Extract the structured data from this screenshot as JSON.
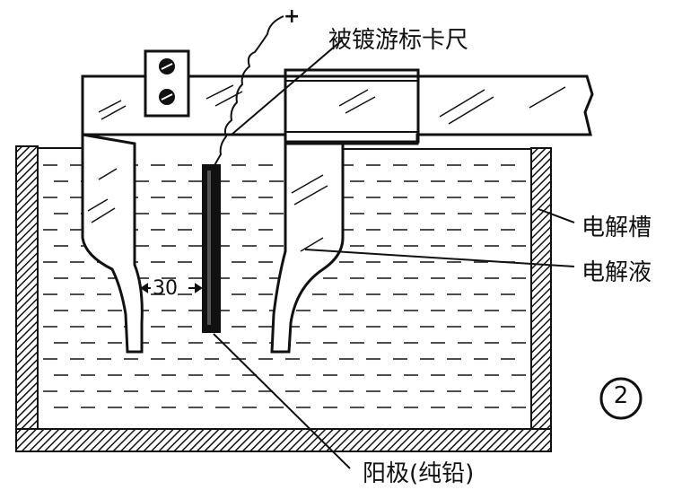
{
  "labels": {
    "caliper": "被镀游标卡尺",
    "tank": "电解槽",
    "electrolyte": "电解液",
    "anode": "阳极(纯铅)",
    "dimension": "30",
    "polarity": "+",
    "figure_number": "2"
  },
  "colors": {
    "ink": "#111111",
    "paper": "#ffffff",
    "liquid_lines": "#222222"
  }
}
